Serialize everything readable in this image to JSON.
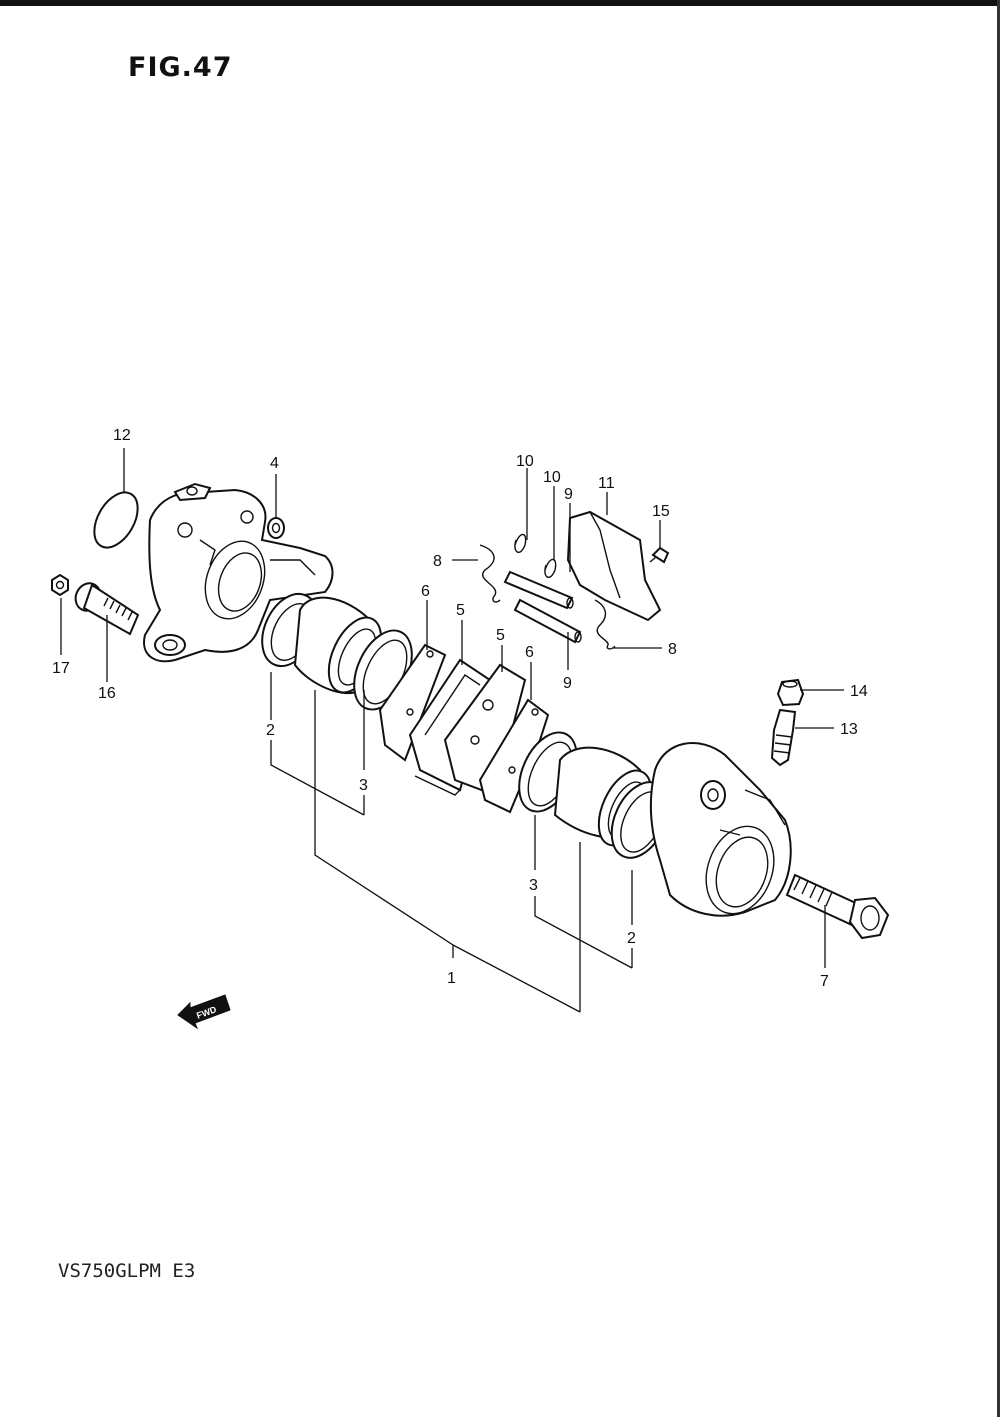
{
  "figure": {
    "title": "FIG.47"
  },
  "model": {
    "code": "VS750GLPM E3"
  },
  "fwd_arrow": {
    "label": "FWD"
  },
  "callouts": [
    "1",
    "2",
    "2",
    "3",
    "3",
    "4",
    "5",
    "5",
    "6",
    "6",
    "7",
    "8",
    "8",
    "9",
    "9",
    "10",
    "10",
    "11",
    "12",
    "13",
    "14",
    "15",
    "16",
    "17"
  ]
}
